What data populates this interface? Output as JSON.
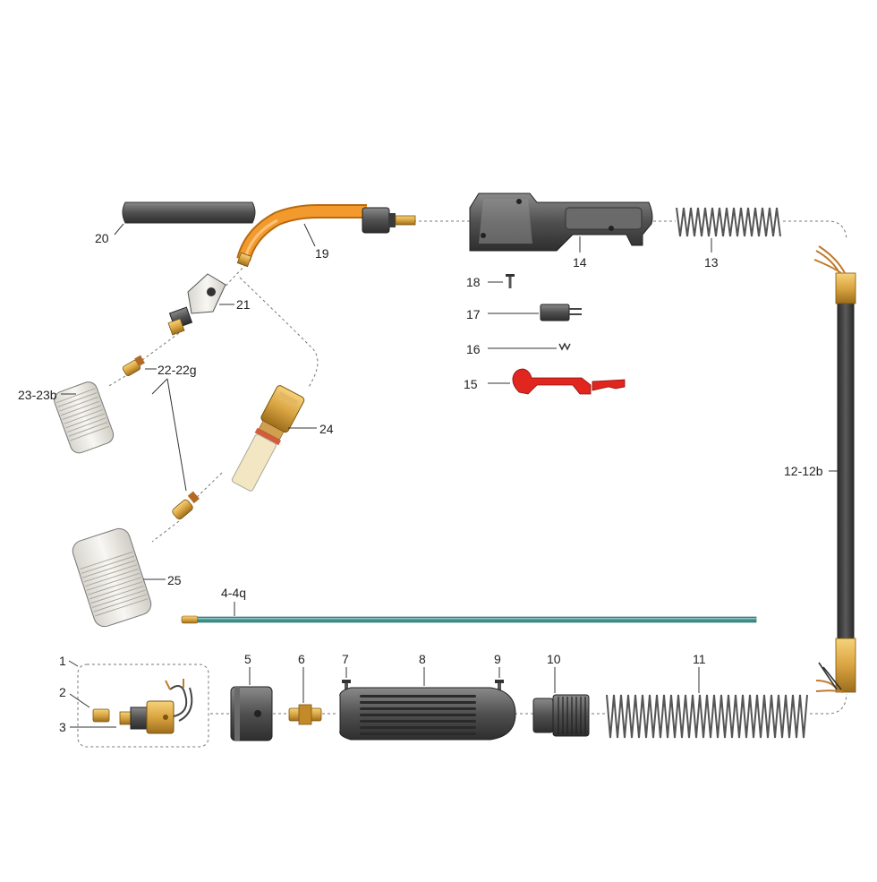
{
  "labels": {
    "p1": "1",
    "p2": "2",
    "p3": "3",
    "p4": "4-4q",
    "p5": "5",
    "p6": "6",
    "p7": "7",
    "p8": "8",
    "p9": "9",
    "p10": "10",
    "p11": "11",
    "p12": "12-12b",
    "p13": "13",
    "p14": "14",
    "p15": "15",
    "p16": "16",
    "p17": "17",
    "p18": "18",
    "p19": "19",
    "p20": "20",
    "p21": "21",
    "p22": "22-22g",
    "p23": "23-23b",
    "p24": "24",
    "p25": "25"
  },
  "colors": {
    "brass": "#d9a441",
    "orange": "#f29a2e",
    "dark_gray": "#4a4a4a",
    "cable": "#3d3d3d",
    "red_trigger": "#e0261e",
    "liner_teal": "#3e8e8a",
    "nozzle_white": "#f1efe8",
    "ceramic": "#f3e6c2"
  }
}
